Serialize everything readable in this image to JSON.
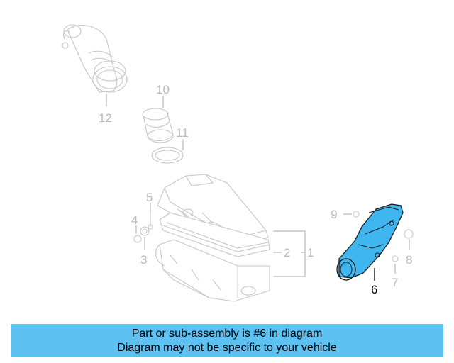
{
  "callouts": {
    "c1": "1",
    "c2": "2",
    "c3": "3",
    "c4": "4",
    "c5": "5",
    "c6": "6",
    "c7": "7",
    "c8": "8",
    "c9": "9",
    "c10": "10",
    "c11": "11",
    "c12": "12"
  },
  "highlighted_part": "6",
  "colors": {
    "highlight": "#3fb6f0",
    "banner": "#5dc1f2",
    "faded": "#c6c6c6"
  },
  "banner": {
    "line1": "Part or sub-assembly is #6 in diagram",
    "line2": "Diagram may not be specific to your vehicle"
  }
}
